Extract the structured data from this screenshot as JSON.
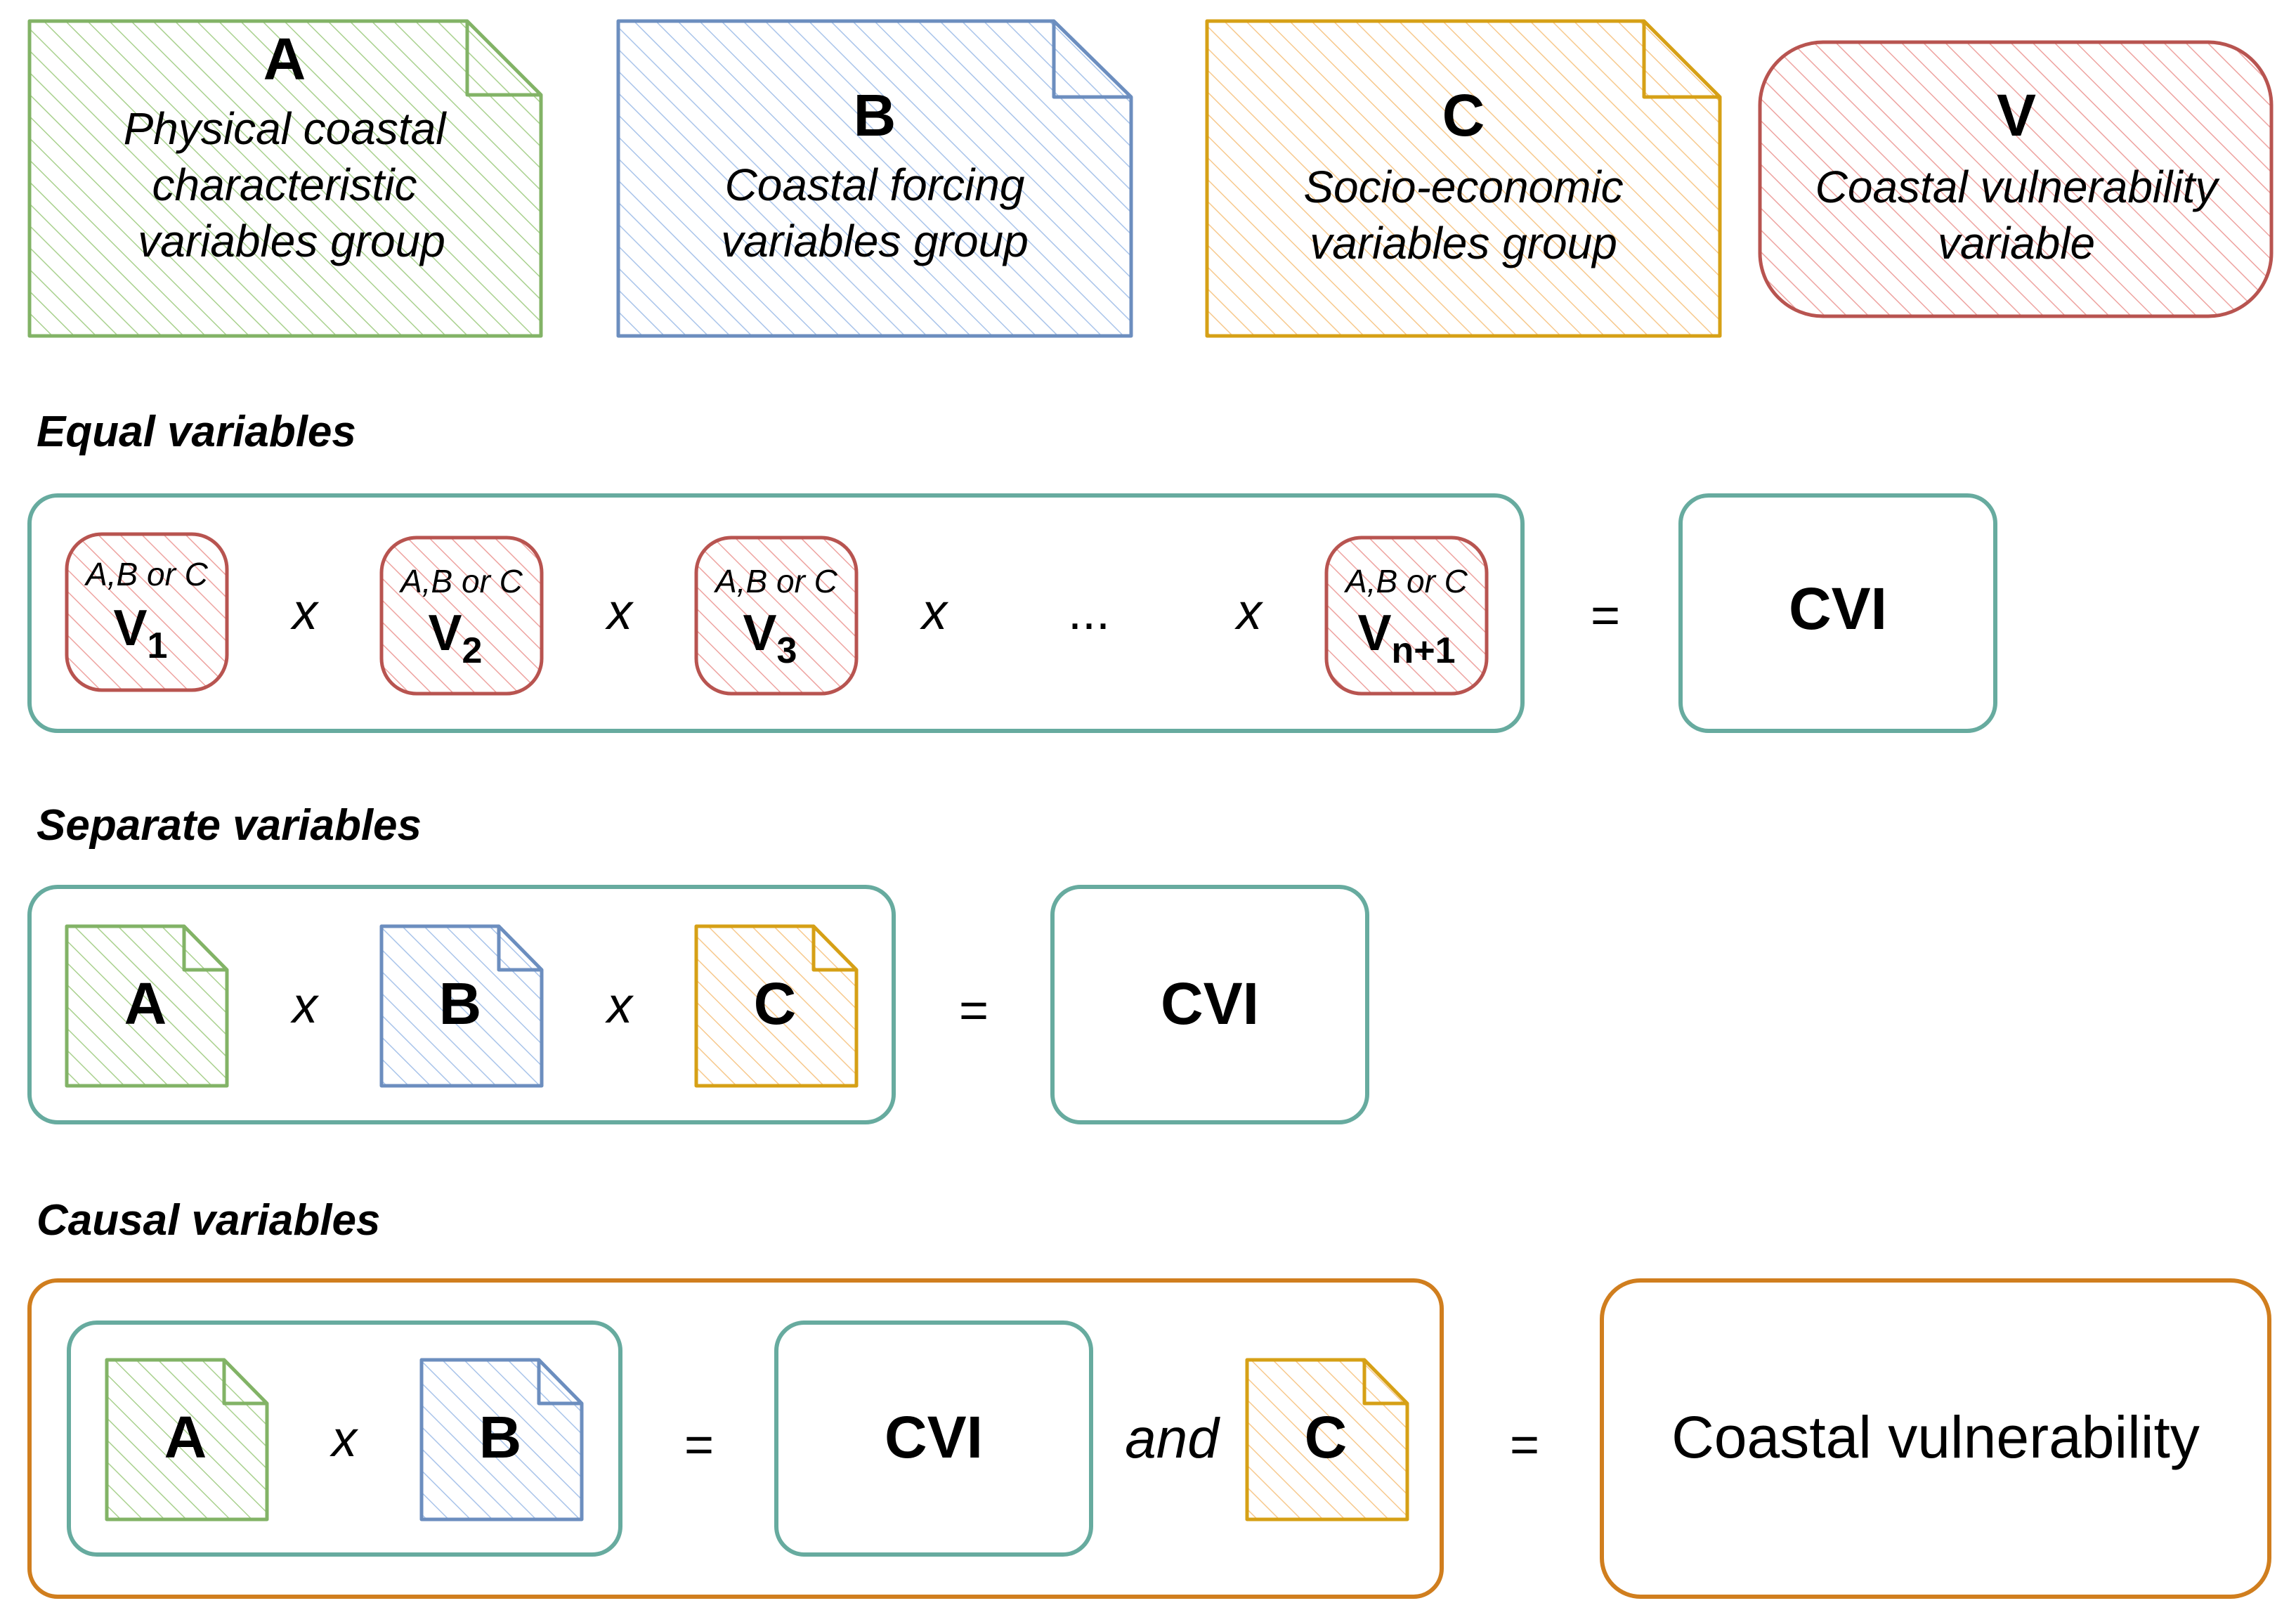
{
  "legend": {
    "a": {
      "letter": "A",
      "lines": [
        "Physical coastal",
        "characteristic",
        "variables group"
      ]
    },
    "b": {
      "letter": "B",
      "lines": [
        "Coastal forcing",
        "variables group"
      ]
    },
    "c": {
      "letter": "C",
      "lines": [
        "Socio-economic",
        "variables group"
      ]
    },
    "v": {
      "letter": "V",
      "lines": [
        "Coastal vulnerability",
        "variable"
      ]
    }
  },
  "sections": {
    "equal": {
      "title": "Equal variables",
      "var_caption": "A,B or C",
      "var_letter": "V",
      "subscripts": [
        "1",
        "2",
        "3",
        "n+1"
      ],
      "times": "x",
      "ellipsis": "...",
      "equals": "=",
      "result": "CVI"
    },
    "separate": {
      "title": "Separate variables",
      "items": [
        "A",
        "B",
        "C"
      ],
      "times": "x",
      "equals": "=",
      "result": "CVI"
    },
    "causal": {
      "title": "Causal variables",
      "items": [
        "A",
        "B"
      ],
      "times": "x",
      "equals": "=",
      "intermediate": "CVI",
      "and_word": "and",
      "extra": "C",
      "result": "Coastal vulnerability"
    }
  },
  "colors": {
    "green": "#82b366",
    "green_fill": "#d5e8d4",
    "blue": "#6c8ebf",
    "blue_fill": "#dae8fc",
    "yellow": "#d6a016",
    "yellow_fill": "#ffe6cc",
    "red": "#b85450",
    "red_fill": "#f8cecc",
    "teal": "#67ab9f",
    "orange": "#d07e1e"
  }
}
